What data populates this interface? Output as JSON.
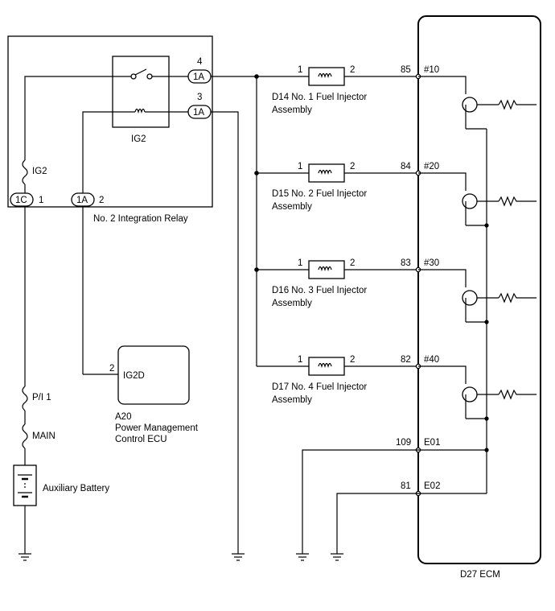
{
  "relay": {
    "name": "No. 2 Integration Relay",
    "switch_label": "IG2",
    "fuse_label": "IG2",
    "pin_switch": "4",
    "pin_coil": "3",
    "connector_switch": "1A",
    "connector_coil": "1A",
    "connector_left": "1C",
    "connector_left_pin": "1",
    "connector_mid": "1A",
    "connector_mid_pin": "2"
  },
  "power": {
    "fuse1": "P/I 1",
    "fuse2": "MAIN",
    "battery": "Auxiliary Battery"
  },
  "pm_ecu": {
    "code": "A20",
    "name_line1": "Power Management",
    "name_line2": "Control ECU",
    "terminal": "IG2D",
    "pin": "2"
  },
  "injectors": [
    {
      "line1": "D14 No. 1 Fuel Injector",
      "line2": "Assembly",
      "pin_in": "1",
      "pin_out": "2",
      "ecm_pin": "85",
      "ecm_terminal": "#10"
    },
    {
      "line1": "D15 No. 2 Fuel Injector",
      "line2": "Assembly",
      "pin_in": "1",
      "pin_out": "2",
      "ecm_pin": "84",
      "ecm_terminal": "#20"
    },
    {
      "line1": "D16 No. 3 Fuel Injector",
      "line2": "Assembly",
      "pin_in": "1",
      "pin_out": "2",
      "ecm_pin": "83",
      "ecm_terminal": "#30"
    },
    {
      "line1": "D17 No. 4 Fuel Injector",
      "line2": "Assembly",
      "pin_in": "1",
      "pin_out": "2",
      "ecm_pin": "82",
      "ecm_terminal": "#40"
    }
  ],
  "ecm": {
    "name": "D27 ECM",
    "ground1_pin": "109",
    "ground1_terminal": "E01",
    "ground2_pin": "81",
    "ground2_terminal": "E02"
  }
}
